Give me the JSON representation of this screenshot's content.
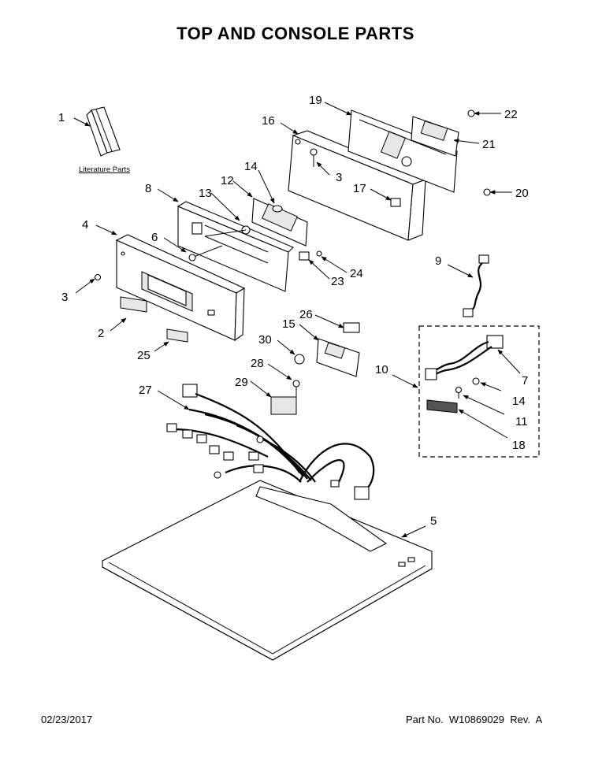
{
  "title": "TOP AND CONSOLE PARTS",
  "footer": {
    "date": "02/23/2017",
    "part_number": "Part No.  W10869029  Rev.  A"
  },
  "literature_label": "Literature Parts",
  "callouts": {
    "c1": "1",
    "c2": "2",
    "c3a": "3",
    "c3b": "3",
    "c4": "4",
    "c5": "5",
    "c6": "6",
    "c7": "7",
    "c8": "8",
    "c9": "9",
    "c10": "10",
    "c11": "11",
    "c12": "12",
    "c13": "13",
    "c14a": "14",
    "c14b": "14",
    "c15": "15",
    "c16": "16",
    "c17": "17",
    "c18": "18",
    "c19": "19",
    "c20": "20",
    "c21": "21",
    "c22": "22",
    "c23": "23",
    "c24": "24",
    "c25": "25",
    "c26": "26",
    "c27": "27",
    "c28": "28",
    "c29": "29",
    "c30": "30"
  }
}
